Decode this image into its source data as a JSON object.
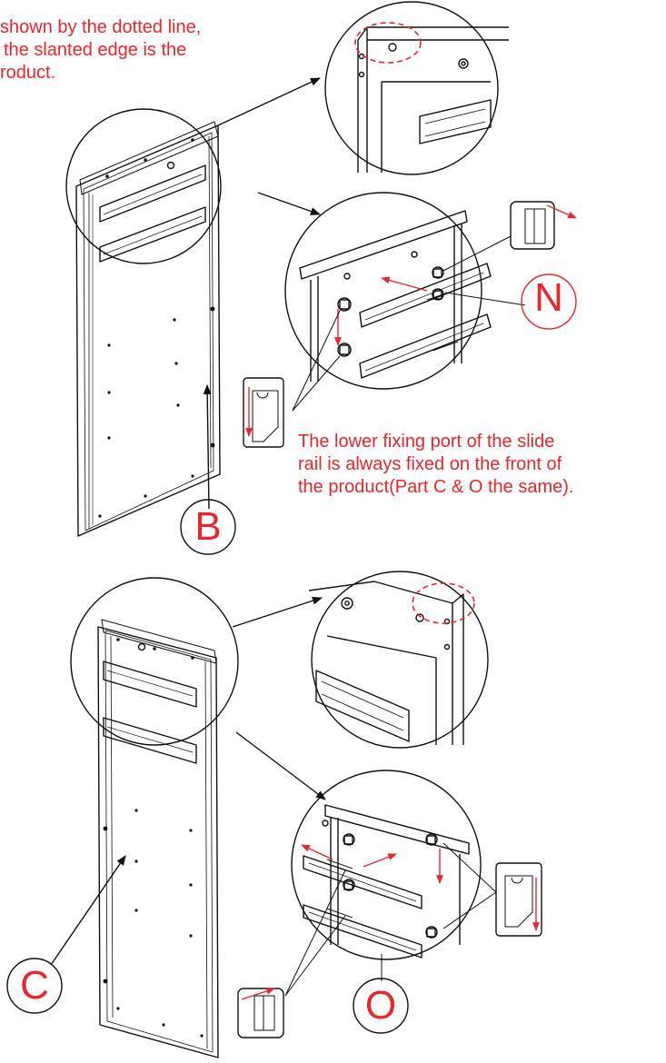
{
  "notes": {
    "top": [
      "shown by the dotted line,",
      "the slanted edge is the",
      "roduct."
    ],
    "bottom": [
      "The lower fixing port of the slide",
      "rail is always fixed on the front of",
      "the product(Part C & O the same)."
    ]
  },
  "labels": {
    "n": "N",
    "b": "B",
    "c": "C",
    "o": "O"
  },
  "colors": {
    "accent": "#e8262b",
    "line": "#111111"
  },
  "icons": [
    "arrow-right-icon",
    "arrow-down-icon"
  ]
}
